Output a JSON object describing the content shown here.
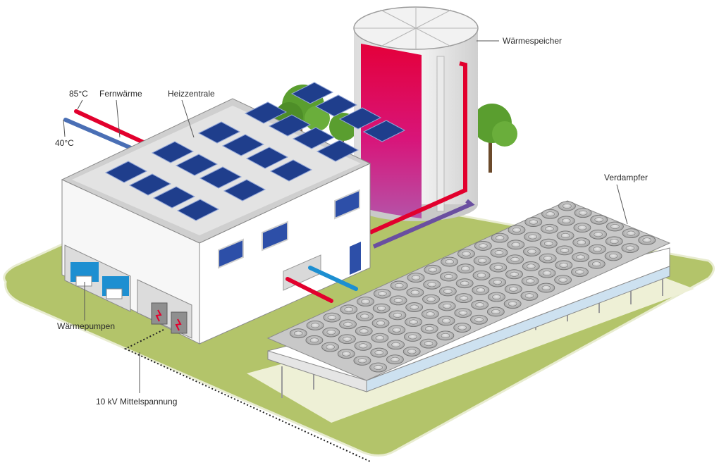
{
  "labels": {
    "supply_temp": "85°C",
    "return_temp": "40°C",
    "district_heating": "Fernwärme",
    "heating_plant": "Heizzentrale",
    "heat_storage": "Wärmespeicher",
    "evaporator": "Verdampfer",
    "heat_pumps": "Wärmepumpen",
    "medium_voltage": "10 kV Mittelspannung"
  },
  "colors": {
    "hot_pipe": "#e2002d",
    "cold_pipe": "#4a6fb5",
    "return_pipe_storage": "#6a4fa0",
    "ground": "#b3c46a",
    "ground_border": "#eef1d8",
    "solar_panel": "#1f3e8c",
    "tank_fill_top": "#e4003a",
    "tank_fill_bottom": "#b553a8",
    "tree": "#5a9e2f"
  },
  "icons": {
    "trees": "tree-icon",
    "solar_panels": "solar-panel-icon",
    "fans": "fan-icon",
    "transformers": "transformer-icon"
  }
}
